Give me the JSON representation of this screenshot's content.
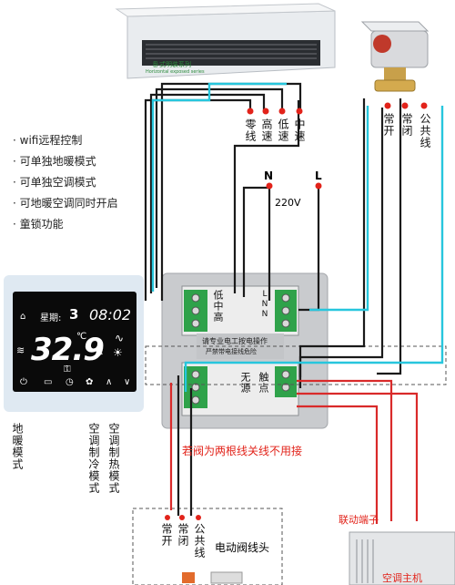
{
  "fan_coil": {
    "brand_text": "卧式明装系列",
    "sub_text": "Horizontal exposed series"
  },
  "features": [
    "wifi远程控制",
    "可单独地暖模式",
    "可单独空调模式",
    "可地暖空调同时开启",
    "童锁功能"
  ],
  "fan_terminals": [
    "零线",
    "高速",
    "低速",
    "中速"
  ],
  "valve_terminals_top": [
    "常开",
    "常闭",
    "公共线"
  ],
  "power": {
    "n": "N",
    "l": "L",
    "voltage": "220V"
  },
  "panel": {
    "speed_label": "低中高",
    "ln_label": "LNN",
    "warning_1": "请专业电工按电操作",
    "warning_2": "严禁带电接线危险",
    "dry_label": "无源",
    "contact_label": "触点"
  },
  "thermostat": {
    "week_label": "星期:",
    "week_value": "3",
    "time_value": "08:02",
    "temp_value": "32.9",
    "unit": "℃"
  },
  "modes": [
    "地暖模式",
    "空调制冷模式",
    "空调制热模式"
  ],
  "note_valve": "若阀为两根线关线不用接",
  "bottom_valve_terminals": [
    "常开",
    "常闭",
    "公共线"
  ],
  "valve_head_label": "电动阀线头",
  "linkage_label": "联动端子",
  "ac_host_label": "空调主机",
  "colors": {
    "wire_black": "#1a1a1a",
    "wire_cyan": "#27c6dd",
    "wire_red": "#d92a2a",
    "terminal_red": "#e2231a"
  }
}
